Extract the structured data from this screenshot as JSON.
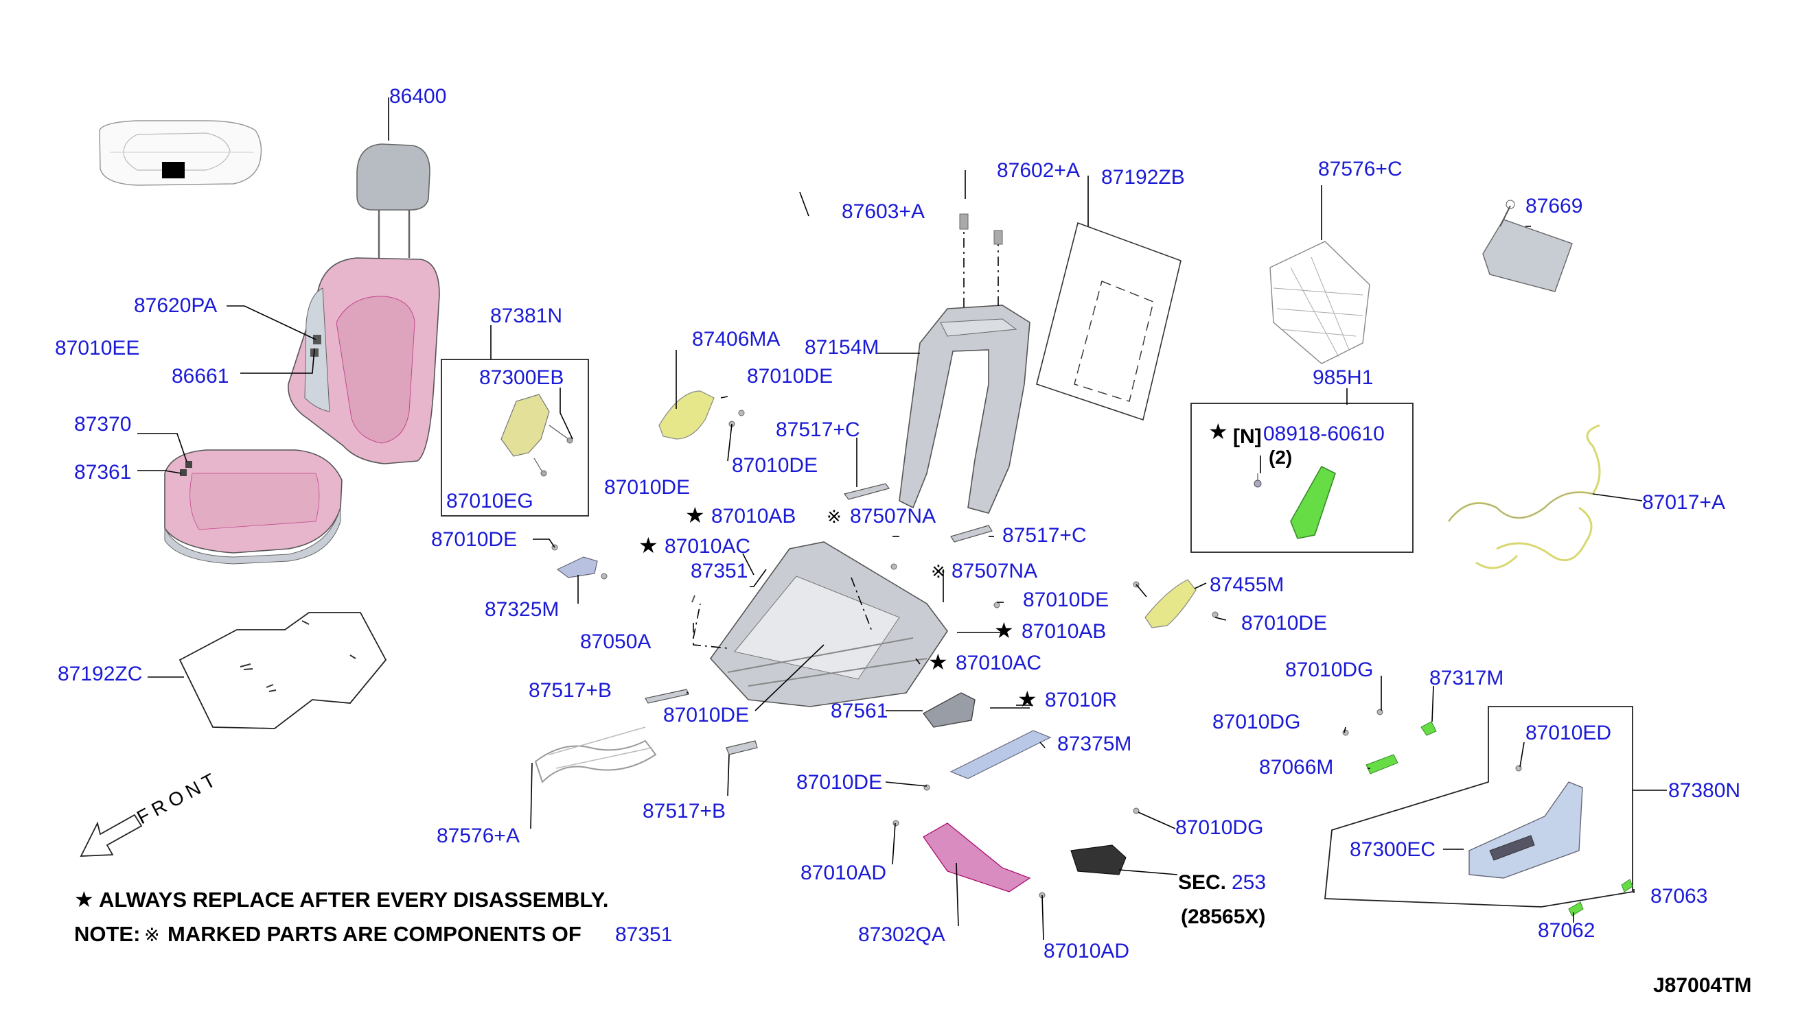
{
  "labels": {
    "p86400": "86400",
    "p87620PA": "87620PA",
    "p87010EE": "87010EE",
    "p86661": "86661",
    "p87370": "87370",
    "p87361": "87361",
    "p87192ZC": "87192ZC",
    "p87381N": "87381N",
    "p87300EB": "87300EB",
    "p87010EG": "87010EG",
    "p87010DE_a": "87010DE",
    "p87325M": "87325M",
    "p87010DE_b": "87010DE",
    "p87050A": "87050A",
    "p87406MA": "87406MA",
    "p87010DE_c": "87010DE",
    "p87010DE_d": "87010DE",
    "p87010AB_1": "87010AB",
    "p87010AC_1": "87010AC",
    "p87351": "87351",
    "p87603A": "87603+A",
    "p87602A": "87602+A",
    "p87192ZB": "87192ZB",
    "p87154M": "87154M",
    "p87517C_1": "87517+C",
    "p87507NA_1": "87507NA",
    "p87517C_2": "87517+C",
    "p87507NA_2": "87507NA",
    "p87010DE_e": "87010DE",
    "p87010AB_2": "87010AB",
    "p87010AC_2": "87010AC",
    "p87455M": "87455M",
    "p87010DE_f": "87010DE",
    "p87517B_1": "87517+B",
    "p87010DE_g": "87010DE",
    "p87561": "87561",
    "p87010R": "87010R",
    "p87375M": "87375M",
    "p87010DE_h": "87010DE",
    "p87576A": "87576+A",
    "p87517B_2": "87517+B",
    "p87010AD_1": "87010AD",
    "p87302QA": "87302QA",
    "p87010AD_2": "87010AD",
    "p87010DG_3": "87010DG",
    "p87576C": "87576+C",
    "p87669": "87669",
    "p985H1": "985H1",
    "p08918": "08918-60610",
    "p87017A": "87017+A",
    "p87010DG_1": "87010DG",
    "p87317M": "87317M",
    "p87010DG_2": "87010DG",
    "p87066M": "87066M",
    "p87010ED": "87010ED",
    "p87380N": "87380N",
    "p87300EC": "87300EC",
    "p87063": "87063",
    "p87062": "87062",
    "sec_number": "253",
    "note_ref": "87351"
  },
  "static_text": {
    "star": "★",
    "kome": "※",
    "n_marker": "[N]",
    "qty_2": "(2)",
    "sec_prefix": "SEC.",
    "sec_code": "(28565X)",
    "front": "FRONT",
    "legend_always": "ALWAYS REPLACE AFTER EVERY DISASSEMBLY.",
    "legend_note": "NOTE:",
    "legend_marked": "MARKED PARTS ARE COMPONENTS OF",
    "diagram_id": "J87004TM"
  },
  "colors": {
    "part_number_link": "#1a1ad6",
    "seat_pink": "#e8b6cc",
    "frame_gray": "#c9ccd2",
    "yellow_part": "#e6e68a",
    "green_part": "#66dd44",
    "blue_gray_part": "#b8c8e6",
    "magenta_part": "#d98cc0"
  }
}
